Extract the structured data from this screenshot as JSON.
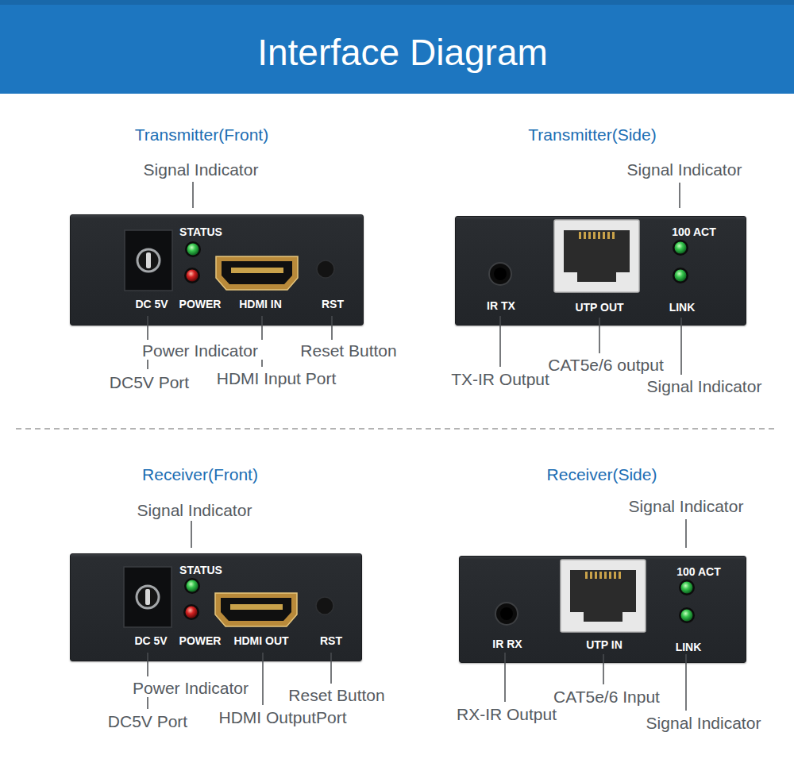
{
  "diagram": {
    "title": "Interface Diagram",
    "nodes": [
      {
        "text": [
          "Transmitter(Front)",
          "STATUS",
          "DC 5V",
          "POWER",
          "HDMI IN",
          "RST"
        ]
      },
      {
        "text": [
          "Transmitter(Side)",
          "100 ACT",
          "IR TX",
          "UTP OUT",
          "LINK"
        ]
      },
      {
        "text": [
          "Receiver(Front)",
          "STATUS",
          "DC 5V",
          "POWER",
          "HDMI OUT",
          "RST"
        ]
      },
      {
        "text": [
          "Receiver(Side)",
          "100 ACT",
          "IR RX",
          "UTP IN",
          "LINK"
        ]
      }
    ],
    "labels": [
      "Signal Indicator",
      "Signal Indicator",
      "Power Indicator",
      "Reset Button",
      "CAT5e/6 output",
      "DC5V Port",
      "HDMI Input Port",
      "TX-IR Output",
      "Signal Indicator",
      "Signal Indicator",
      "Signal Indicator",
      "Power Indicator",
      "Reset Button",
      "CAT5e/6 Input",
      "RX-IR Output",
      "HDMI OutputPort",
      "DC5V Port",
      "Signal Indicator"
    ]
  }
}
